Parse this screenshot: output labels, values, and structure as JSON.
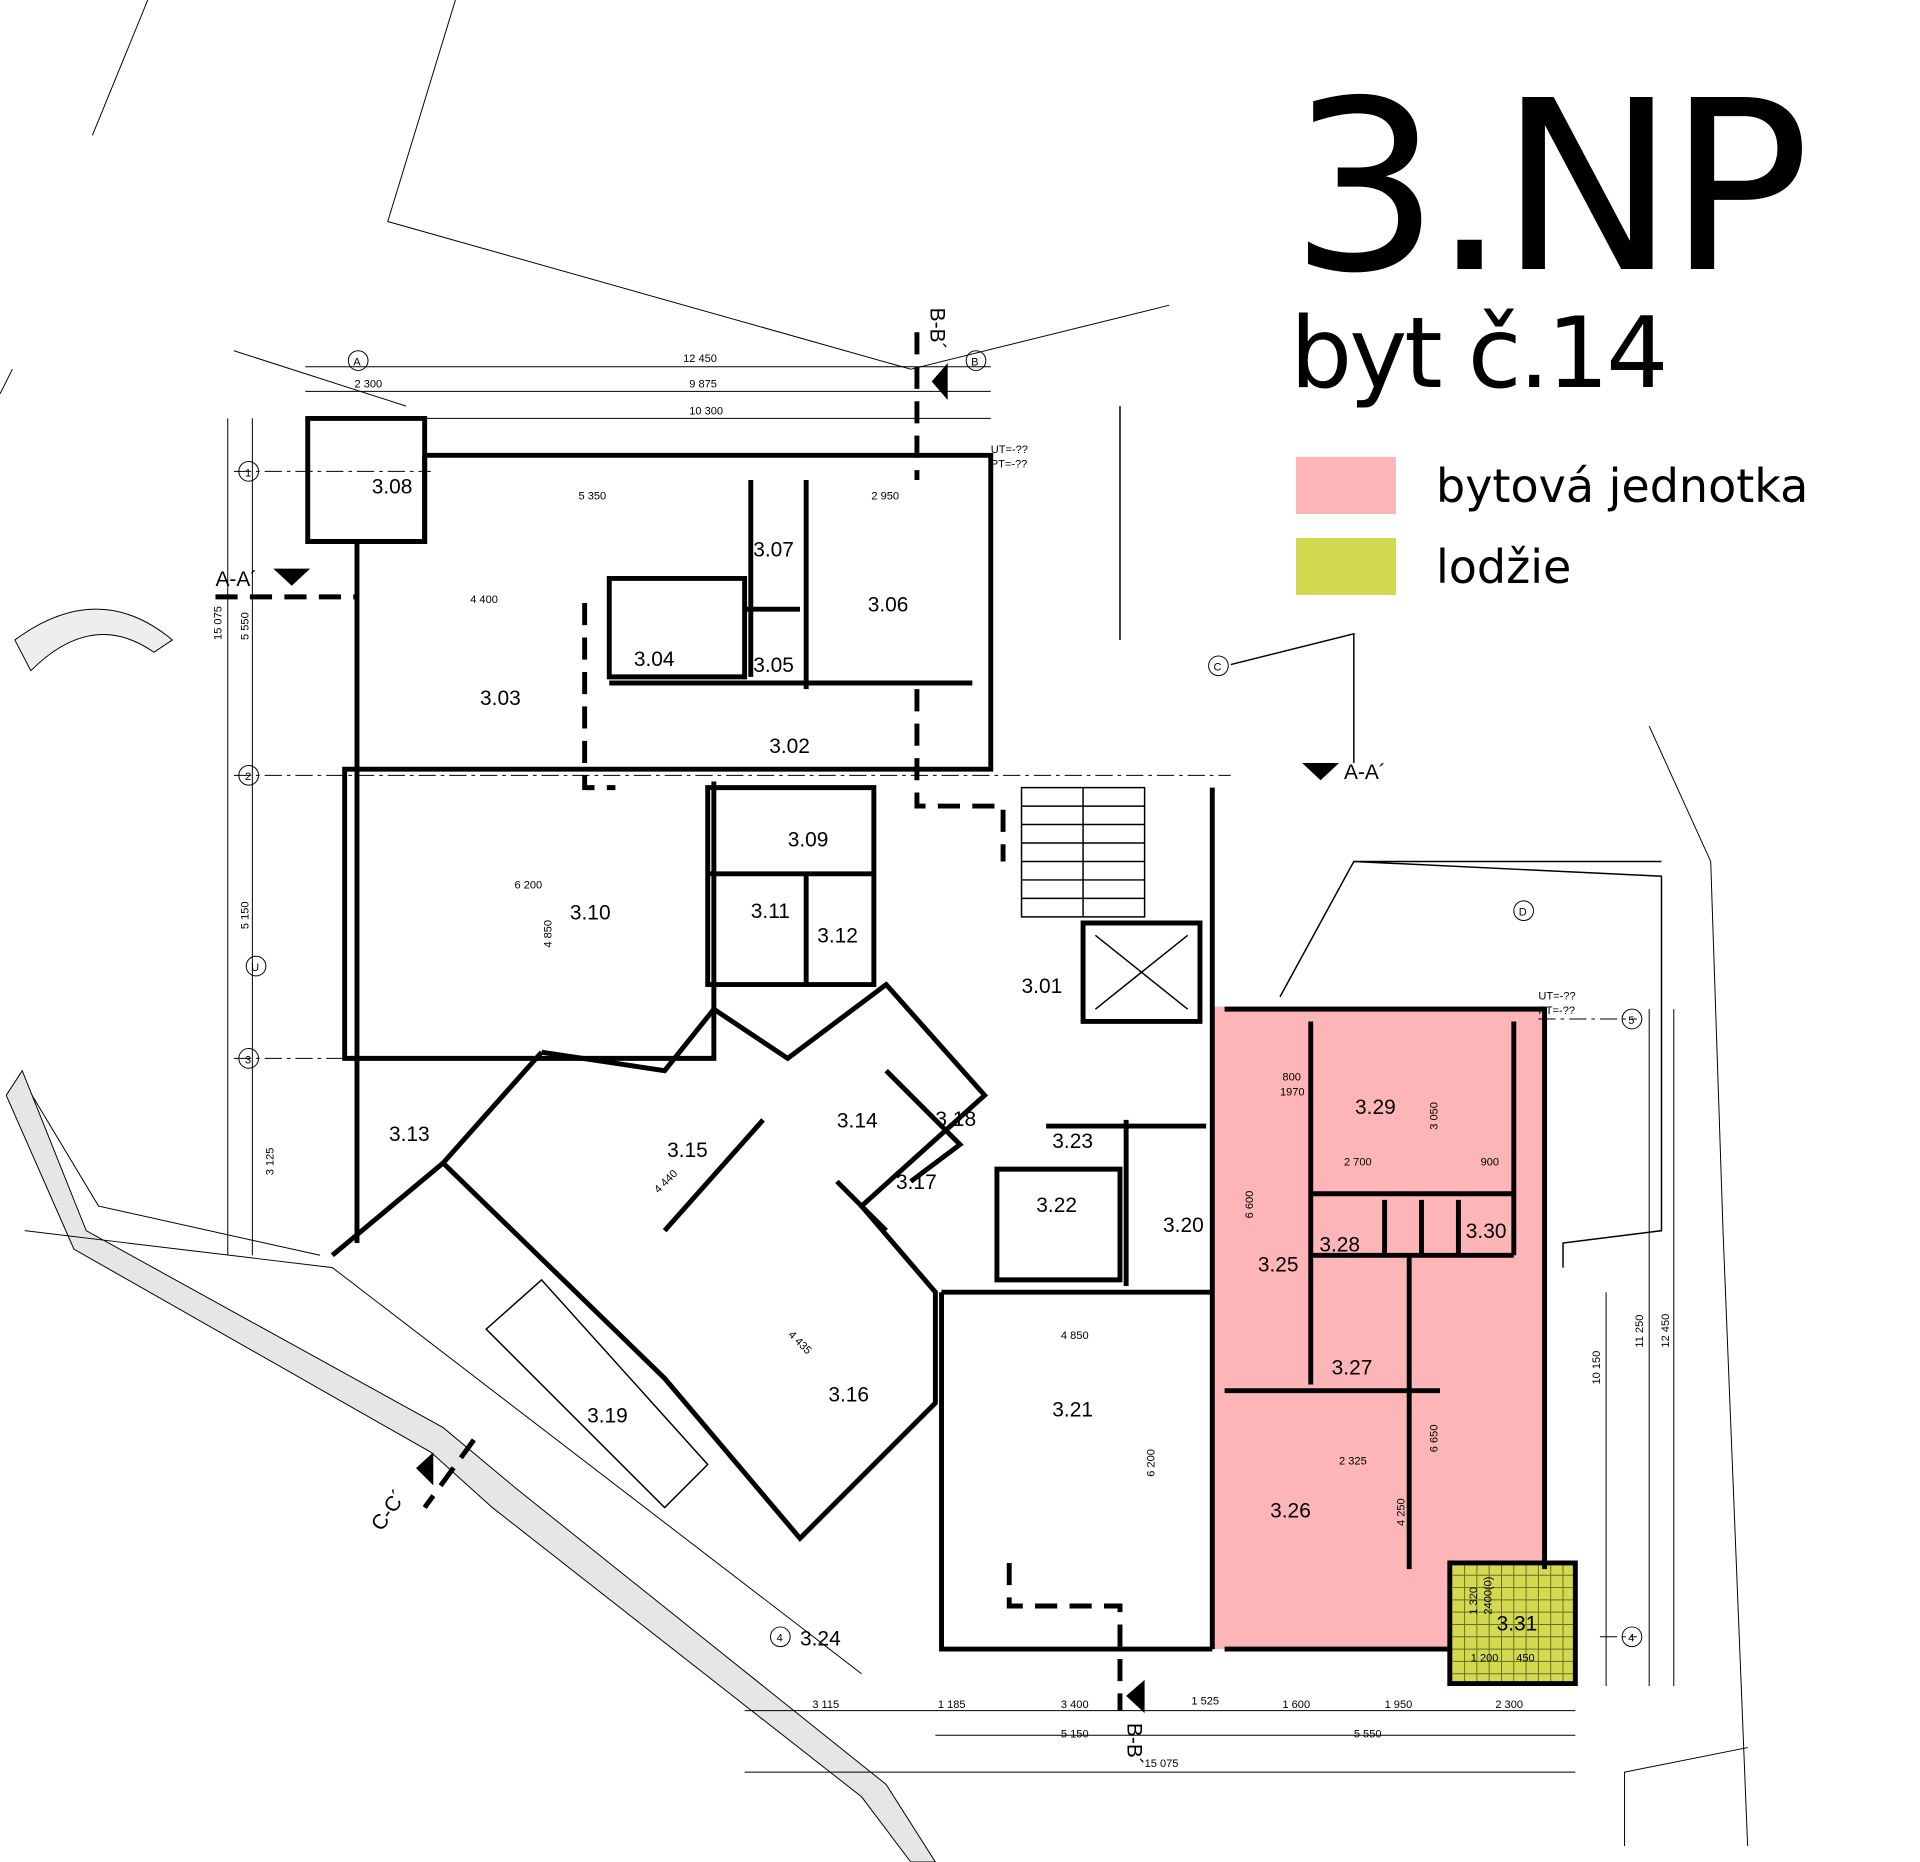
{
  "title": "3.NP",
  "subtitle": "byt č.14",
  "legend": [
    {
      "label": "bytová jednotka",
      "color": "#fdb5b7"
    },
    {
      "label": "lodžie",
      "color": "#d4da50"
    }
  ],
  "rooms": [
    "3.01",
    "3.02",
    "3.03",
    "3.04",
    "3.05",
    "3.06",
    "3.07",
    "3.08",
    "3.09",
    "3.10",
    "3.11",
    "3.12",
    "3.13",
    "3.14",
    "3.15",
    "3.16",
    "3.17",
    "3.18",
    "3.19",
    "3.20",
    "3.21",
    "3.22",
    "3.23",
    "3.24",
    "3.25",
    "3.26",
    "3.27",
    "3.28",
    "3.29",
    "3.30",
    "3.31"
  ],
  "sections": {
    "aa": "A-A´",
    "bb": "B-B´",
    "cc": "C-C´"
  },
  "axes": {
    "a": "A",
    "b": "B",
    "c": "C",
    "d": "D",
    "u": "U",
    "n1": "1",
    "n2": "2",
    "n3": "3",
    "n4": "4",
    "n5": "5"
  },
  "levels": {
    "ut": "UT=-??",
    "pt": "PT=-??"
  },
  "dimensions": {
    "top1": "12 450",
    "top2": "9 875",
    "top3": "10 300",
    "top4": "2 300",
    "top5": "5 350",
    "top6": "2 950",
    "left1": "15 075",
    "left2": "5 550",
    "left3": "5 150",
    "left4": "3 125",
    "bot1": "3 115",
    "bot2": "1 185",
    "bot3": "3 400",
    "bot4": "1 525",
    "bot5": "1 600",
    "bot6": "1 950",
    "bot7": "2 300",
    "bot8": "5 150",
    "bot9": "5 550",
    "bot10": "15 075",
    "right1": "10 150",
    "right2": "11 250",
    "right3": "12 450",
    "d329a": "2 700",
    "d329b": "900",
    "d329c": "3 050",
    "d325": "6 600",
    "d326a": "2 325",
    "d326b": "4 250",
    "d326c": "6 650",
    "d331a": "1 200",
    "d331b": "450",
    "d331c": "1 320",
    "d331d": "2400(0)",
    "d310a": "6 200",
    "d310b": "4 850",
    "d303": "4 400",
    "d321": "4 850",
    "d321b": "6 200",
    "d316": "4 435",
    "d315": "4 440",
    "door1": "800",
    "door2": "1970"
  }
}
